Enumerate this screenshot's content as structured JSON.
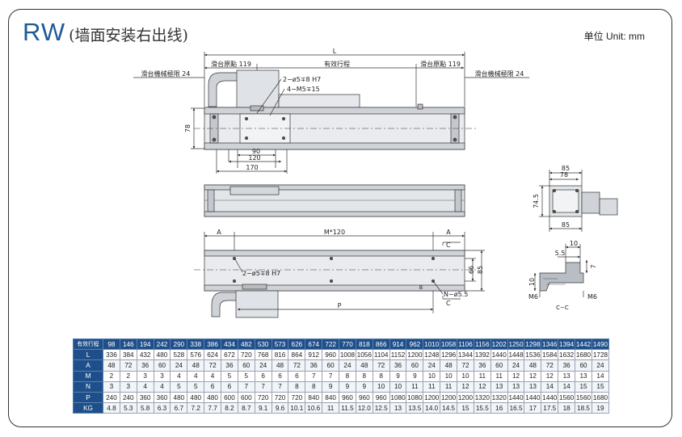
{
  "title": {
    "model": "RW",
    "subtitle": "(墙面安装右出线)",
    "unit": "单位 Unit: mm"
  },
  "dims": {
    "L": "L",
    "slide_origin_left": "滑台原點 119",
    "slide_origin_right": "滑台原點 119",
    "effective_stroke": "有效行程",
    "mech_limit_left": "滑台機械極限 24",
    "mech_limit_right": "滑台機械極限 24",
    "pin_hole": "2−ø5∓8  H7",
    "tap_hole": "4−M5∓15",
    "h78": "78",
    "w90": "90",
    "w120": "120",
    "w170": "170",
    "end_85_top": "85",
    "end_78": "78",
    "end_74_5": "74.5",
    "end_85_bottom": "85",
    "A_left": "A",
    "A_right": "A",
    "M120": "M*120",
    "C_top": "C",
    "C_bottom": "C",
    "d66": "66",
    "d85": "85",
    "bottom_pin_hole": "2−ø5∓8  H7",
    "N_hole": "N−ø5.5",
    "P": "P",
    "B_mark": "B",
    "sec_10": "10",
    "sec_5_5": "5.5",
    "sec_7": "7",
    "sec_10_side": "10",
    "M6_left": "M6",
    "M6_right": "M6",
    "section_label": "C−C"
  },
  "table": {
    "header_label": "有效行程",
    "strokes": [
      "98",
      "146",
      "194",
      "242",
      "290",
      "338",
      "386",
      "434",
      "482",
      "530",
      "573",
      "626",
      "674",
      "722",
      "770",
      "818",
      "866",
      "914",
      "962",
      "1010",
      "1058",
      "1106",
      "1156",
      "1202",
      "1250",
      "1298",
      "1346",
      "1394",
      "1442",
      "1490"
    ],
    "rows": [
      {
        "label": "L",
        "values": [
          "336",
          "384",
          "432",
          "480",
          "528",
          "576",
          "624",
          "672",
          "720",
          "768",
          "816",
          "864",
          "912",
          "960",
          "1008",
          "1056",
          "1104",
          "1152",
          "1200",
          "1248",
          "1296",
          "1344",
          "1392",
          "1440",
          "1448",
          "1536",
          "1584",
          "1632",
          "1680",
          "1728"
        ]
      },
      {
        "label": "A",
        "values": [
          "48",
          "72",
          "36",
          "60",
          "24",
          "48",
          "72",
          "36",
          "60",
          "24",
          "48",
          "72",
          "36",
          "60",
          "24",
          "48",
          "72",
          "36",
          "60",
          "24",
          "48",
          "72",
          "36",
          "60",
          "24",
          "48",
          "72",
          "36",
          "60",
          "24"
        ]
      },
      {
        "label": "M",
        "values": [
          "2",
          "2",
          "3",
          "3",
          "4",
          "4",
          "4",
          "5",
          "5",
          "6",
          "6",
          "6",
          "7",
          "7",
          "8",
          "8",
          "8",
          "9",
          "9",
          "10",
          "10",
          "10",
          "11",
          "11",
          "12",
          "12",
          "12",
          "13",
          "13",
          "14"
        ]
      },
      {
        "label": "N",
        "values": [
          "3",
          "3",
          "4",
          "4",
          "5",
          "5",
          "6",
          "6",
          "7",
          "7",
          "7",
          "8",
          "8",
          "9",
          "9",
          "9",
          "10",
          "10",
          "11",
          "11",
          "11",
          "12",
          "12",
          "13",
          "13",
          "13",
          "14",
          "14",
          "15",
          "15"
        ]
      },
      {
        "label": "P",
        "values": [
          "240",
          "240",
          "360",
          "360",
          "480",
          "480",
          "480",
          "600",
          "600",
          "720",
          "720",
          "720",
          "840",
          "840",
          "960",
          "960",
          "960",
          "1080",
          "1080",
          "1200",
          "1200",
          "1200",
          "1320",
          "1320",
          "1440",
          "1440",
          "1440",
          "1560",
          "1560",
          "1680"
        ]
      },
      {
        "label": "KG",
        "values": [
          "4.8",
          "5.3",
          "5.8",
          "6.3",
          "6.7",
          "7.2",
          "7.7",
          "8.2",
          "8.7",
          "9.1",
          "9.6",
          "10.1",
          "10.6",
          "11",
          "11.5",
          "12.0",
          "12.5",
          "13",
          "13.5",
          "14.0",
          "14.5",
          "15",
          "15.5",
          "16",
          "16.5",
          "17",
          "17.5",
          "18",
          "18.5",
          "19"
        ]
      }
    ]
  }
}
